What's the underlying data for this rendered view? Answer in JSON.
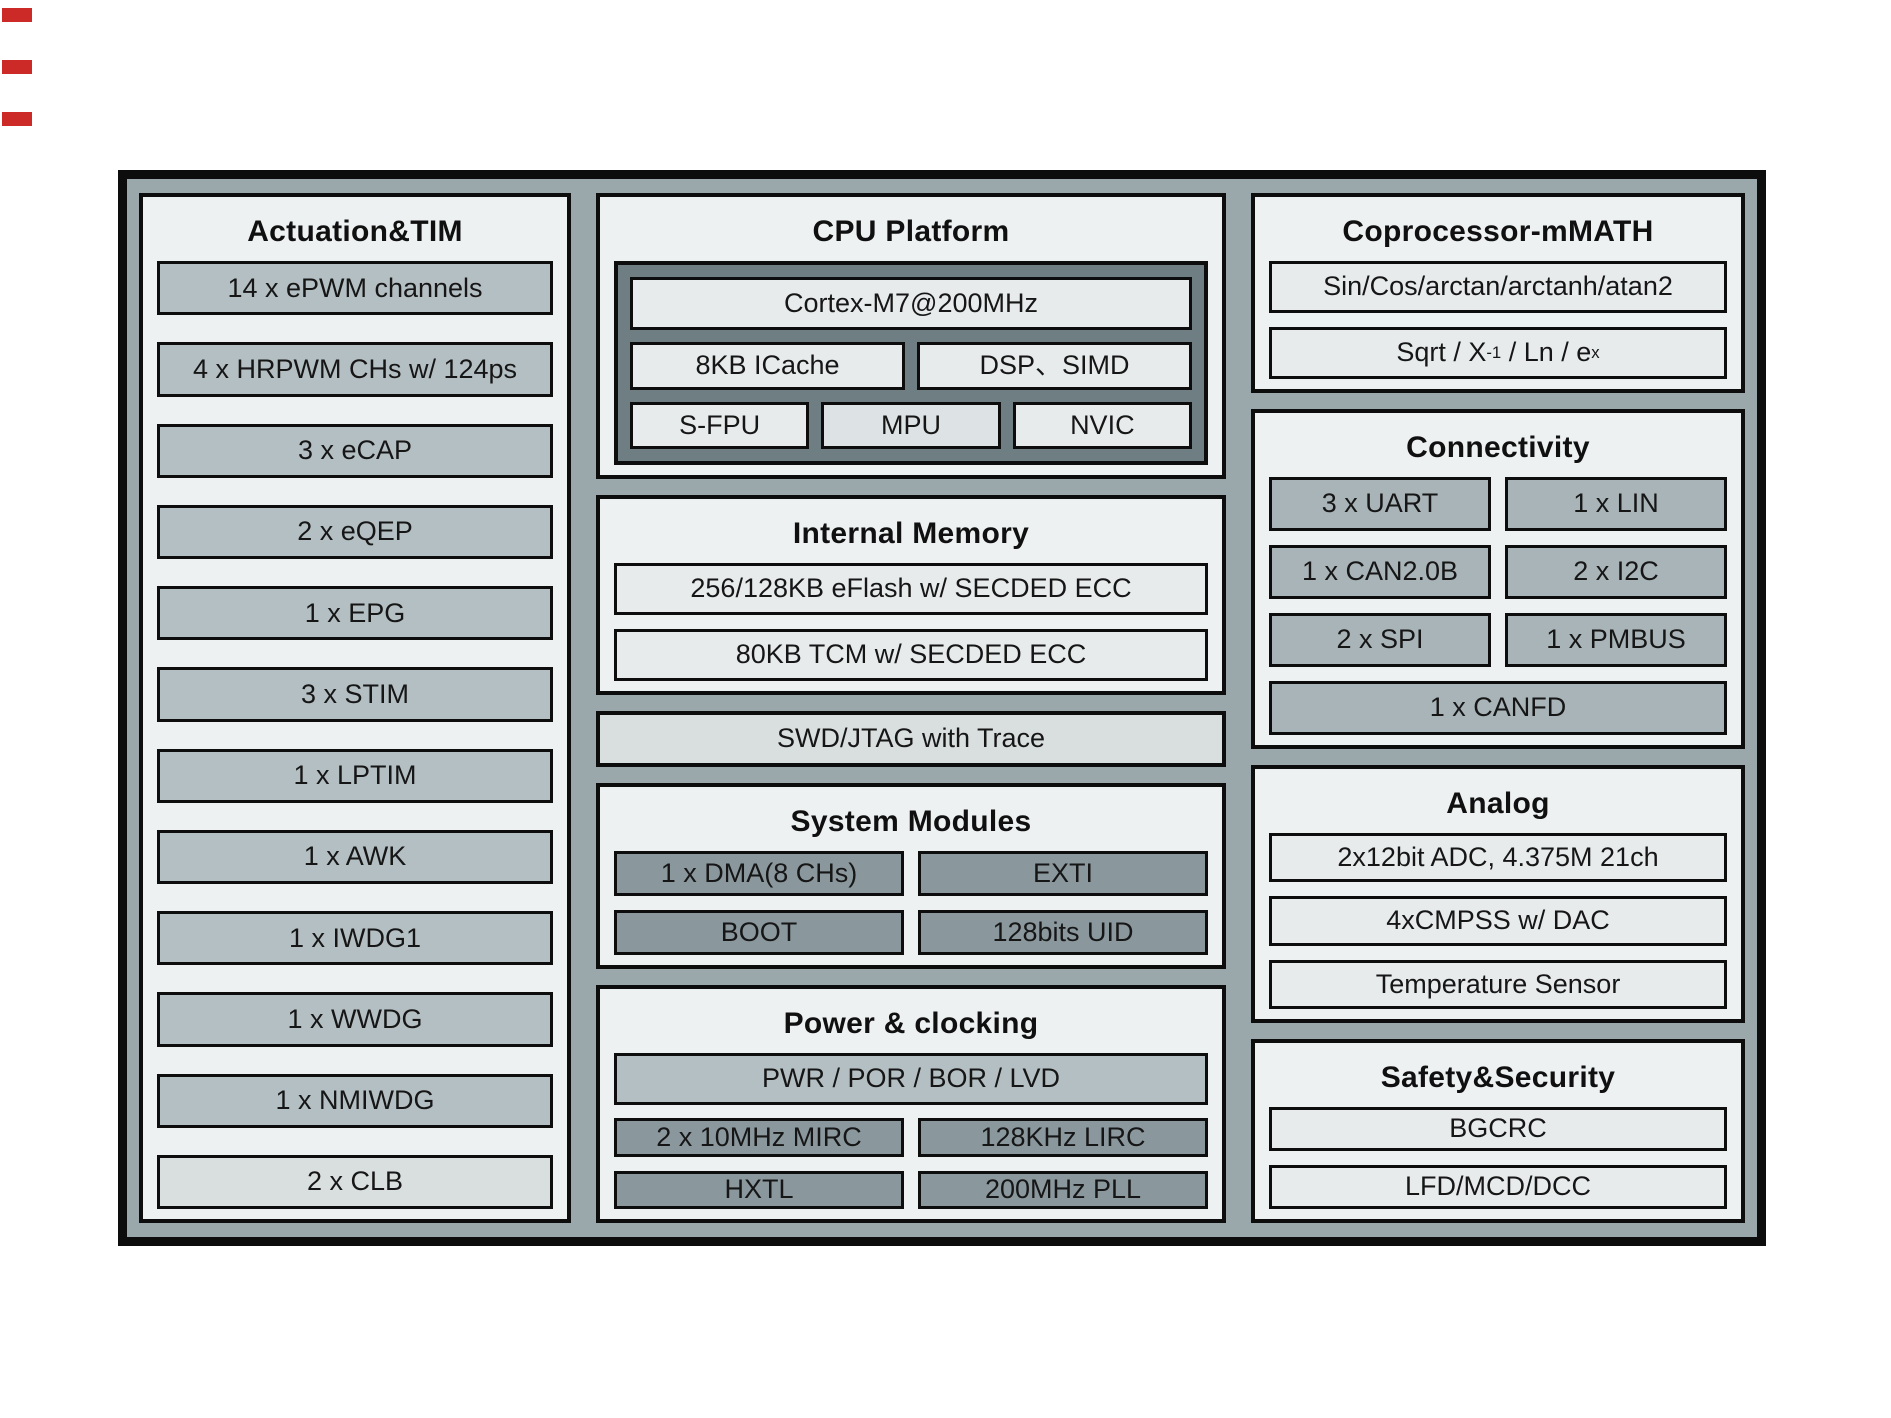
{
  "colors": {
    "frame": "#9aa8ac",
    "panel-bg": "#eef1f2",
    "border": "#0d0d0d",
    "item-gray": "#b4bfc3",
    "item-light": "#d9dedf",
    "cpu-cluster": "#6e7e83",
    "dark-box": "#8a989e",
    "conn-box": "#a8b4b8",
    "light-box": "#e7ebec",
    "red-mark": "#cc2a27"
  },
  "left": {
    "title": "Actuation&TIM",
    "items": [
      "14 x ePWM channels",
      "4 x HRPWM CHs w/ 124ps",
      "3 x eCAP",
      "2 x eQEP",
      "1 x EPG",
      "3 x STIM",
      "1 x LPTIM",
      "1 x AWK",
      "1 x IWDG1",
      "1 x WWDG",
      "1 x NMIWDG",
      "2 x CLB"
    ]
  },
  "cpu": {
    "title": "CPU Platform",
    "core": "Cortex-M7@200MHz",
    "row2": [
      "8KB ICache",
      "DSP、SIMD"
    ],
    "row3": [
      "S-FPU",
      "MPU",
      "NVIC"
    ]
  },
  "memory": {
    "title": "Internal Memory",
    "items": [
      "256/128KB eFlash w/ SECDED ECC",
      "80KB TCM w/ SECDED ECC"
    ]
  },
  "debug": {
    "label": "SWD/JTAG with Trace"
  },
  "system": {
    "title": "System Modules",
    "items": [
      "1 x DMA(8 CHs)",
      "EXTI",
      "BOOT",
      "128bits UID"
    ]
  },
  "power": {
    "title": "Power & clocking",
    "wide": "PWR / POR / BOR / LVD",
    "items": [
      "2 x 10MHz MIRC",
      "128KHz LIRC",
      "HXTL",
      "200MHz PLL"
    ]
  },
  "coprocessor": {
    "title": "Coprocessor-mMATH",
    "trig": "Sin/Cos/arctan/arctanh/atan2",
    "sqrt": {
      "p1": "Sqrt / X",
      "sup1": "-1",
      "p2": " / Ln / e",
      "sup2": "x"
    }
  },
  "connectivity": {
    "title": "Connectivity",
    "grid": [
      "3 x UART",
      "1 x LIN",
      "1 x CAN2.0B",
      "2 x I2C",
      "2 x SPI",
      "1 x PMBUS"
    ],
    "wide": "1 x CANFD"
  },
  "analog": {
    "title": "Analog",
    "items": [
      "2x12bit ADC, 4.375M 21ch",
      "4xCMPSS w/ DAC",
      "Temperature Sensor"
    ]
  },
  "safety": {
    "title": "Safety&Security",
    "items": [
      "BGCRC",
      "LFD/MCD/DCC"
    ]
  }
}
